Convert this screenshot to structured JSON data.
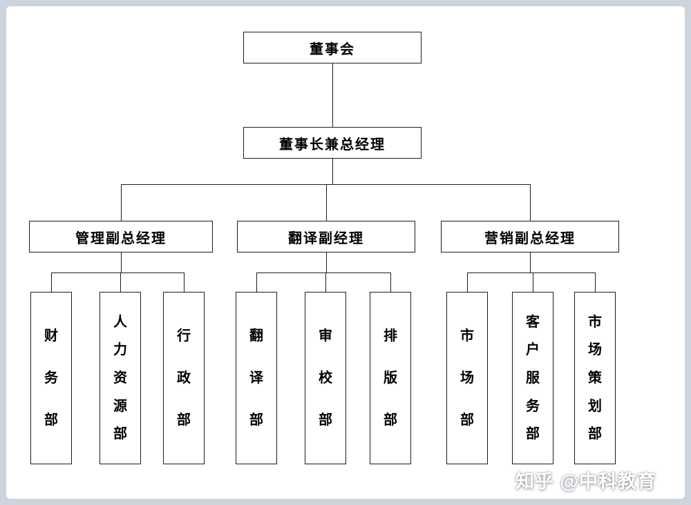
{
  "page": {
    "bg": "#ccd4dd",
    "panel_bg": "#ffffff",
    "line_color": "#1a1a1a"
  },
  "org": {
    "root": "董事会",
    "general_manager": "董事长兼总经理",
    "branches": [
      {
        "label": "管理副总经理",
        "departments": [
          "财务部",
          "人力资源部",
          "行政部"
        ]
      },
      {
        "label": "翻译副经理",
        "departments": [
          "翻译部",
          "审校部",
          "排版部"
        ]
      },
      {
        "label": "营销副总经理",
        "departments": [
          "市场部",
          "客户服务部",
          "市场策划部"
        ]
      }
    ]
  },
  "watermark": {
    "text": "知乎 @中科教育"
  }
}
